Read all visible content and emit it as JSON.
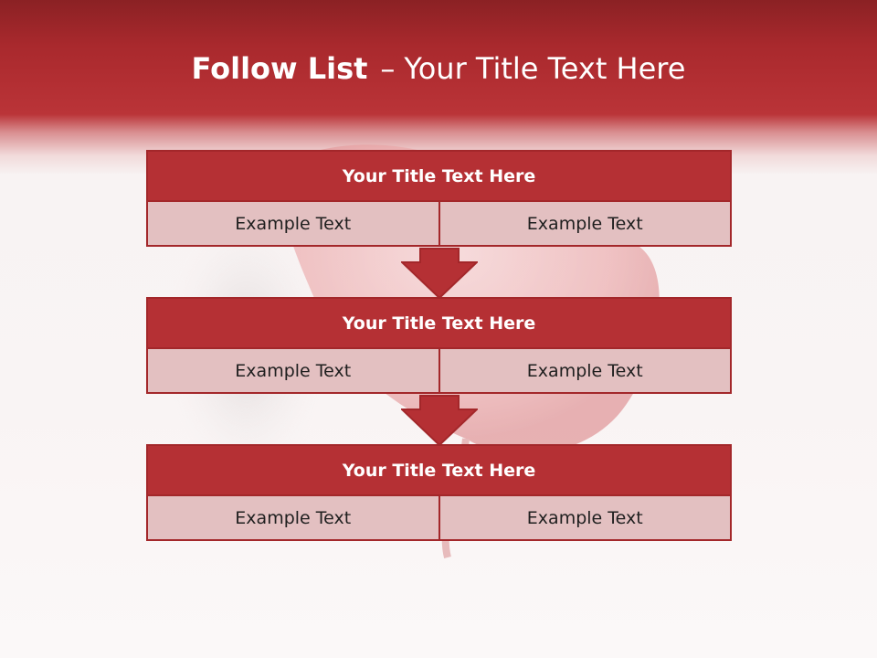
{
  "slide": {
    "title_bold": "Follow List",
    "title_separator": "–",
    "title_rest": "Your Title Text Here"
  },
  "colors": {
    "accent_red": "#b53034",
    "border_red": "#a3272a",
    "cell_pink": "#e3c0c1"
  },
  "steps": [
    {
      "title": "Your Title Text Here",
      "left": "Example Text",
      "right": "Example Text"
    },
    {
      "title": "Your Title Text Here",
      "left": "Example Text",
      "right": "Example Text"
    },
    {
      "title": "Your Title Text Here",
      "left": "Example Text",
      "right": "Example Text"
    }
  ],
  "connectors": [
    "down-arrow",
    "down-arrow"
  ]
}
